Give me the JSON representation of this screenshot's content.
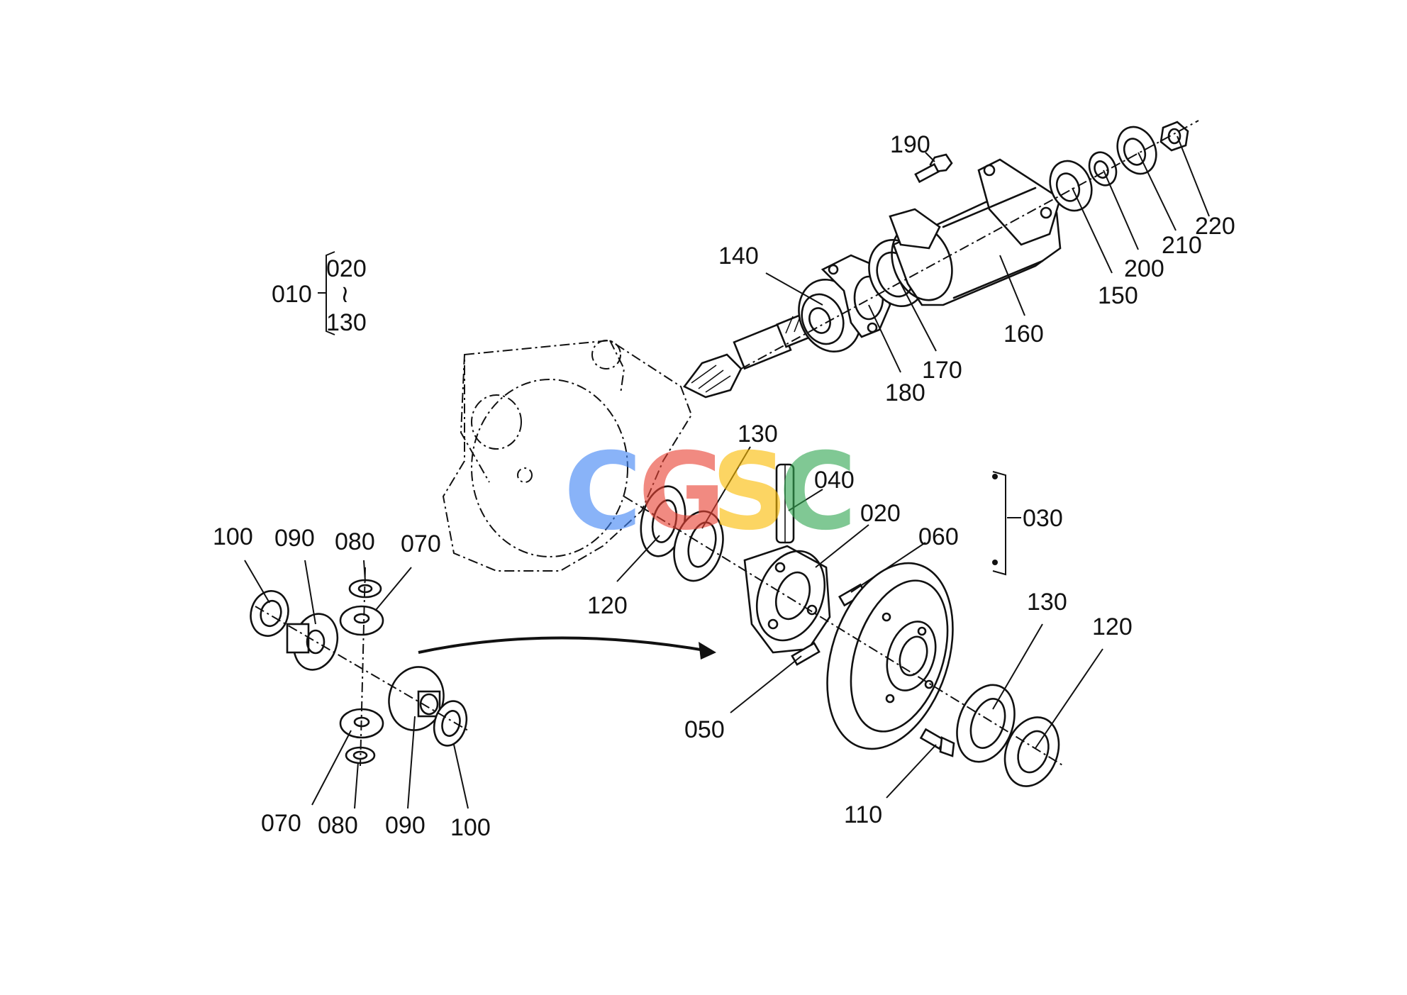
{
  "watermark": {
    "letters": [
      "C",
      "G",
      "S",
      "C"
    ],
    "colors": [
      "#4285F4",
      "#EA4335",
      "#FBBC05",
      "#34A853"
    ]
  },
  "legend": {
    "top": "020",
    "left": "010",
    "bottom": "130",
    "tilde": "≀"
  },
  "callouts": {
    "c190": "190",
    "c220": "220",
    "c210": "210",
    "c200": "200",
    "c150": "150",
    "c160": "160",
    "c170": "170",
    "c180": "180",
    "c140": "140",
    "c130a": "130",
    "c040": "040",
    "c020": "020",
    "c060": "060",
    "c030": "030",
    "c120a": "120",
    "c050": "050",
    "c130b": "130",
    "c120b": "120",
    "c110": "110",
    "c100a": "100",
    "c090a": "090",
    "c080a": "080",
    "c070a": "070",
    "c070b": "070",
    "c080b": "080",
    "c090b": "090",
    "c100b": "100"
  }
}
